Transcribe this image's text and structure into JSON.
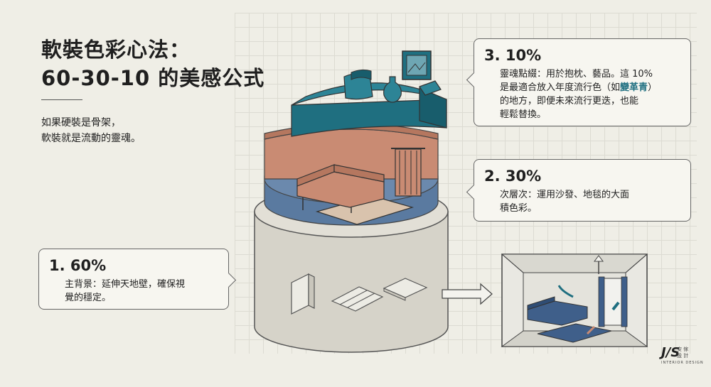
{
  "title": {
    "line1": "軟裝色彩心法：",
    "line2": "60-30-10 的美感公式"
  },
  "subtitle": {
    "line1": "如果硬裝是骨架，",
    "line2": "軟裝就是流動的靈魂。"
  },
  "callouts": {
    "c60": {
      "percent": "1. 60%",
      "desc_line1": "主背景：延伸天地壁，確保視",
      "desc_line2": "覺的穩定。"
    },
    "c30": {
      "percent": "2. 30%",
      "desc_line1": "次層次：運用沙發、地毯的大面",
      "desc_line2": "積色彩。"
    },
    "c10": {
      "percent": "3. 10%",
      "desc_line1": "靈魂點綴：用於抱枕、藝品。這 10%",
      "desc_line2_a": "是最適合放入年度流行色（如",
      "desc_line2_highlight": "變革青",
      "desc_line2_b": "）",
      "desc_line3": "的地方，即便未來流行更迭，也能",
      "desc_line4": "輕鬆替換。"
    }
  },
  "colors": {
    "background": "#efeee6",
    "base_gray": "#d6d3c9",
    "terracotta": "#c98b73",
    "slate_blue": "#5a7aa0",
    "teal": "#1f6f80",
    "highlight": "#1f6f80"
  },
  "icons": [
    "cylinder-diagram",
    "sofa-icon",
    "rug-icon",
    "curtain-icon",
    "pillow-icon",
    "vase-icon",
    "picture-frame-icon",
    "arrow-right-icon",
    "room-illustration"
  ],
  "logo": {
    "mark": "J/S",
    "sub": "INTERIOR DESIGN",
    "cjk_line1": "安 傢",
    "cjk_line2": "設 計"
  }
}
